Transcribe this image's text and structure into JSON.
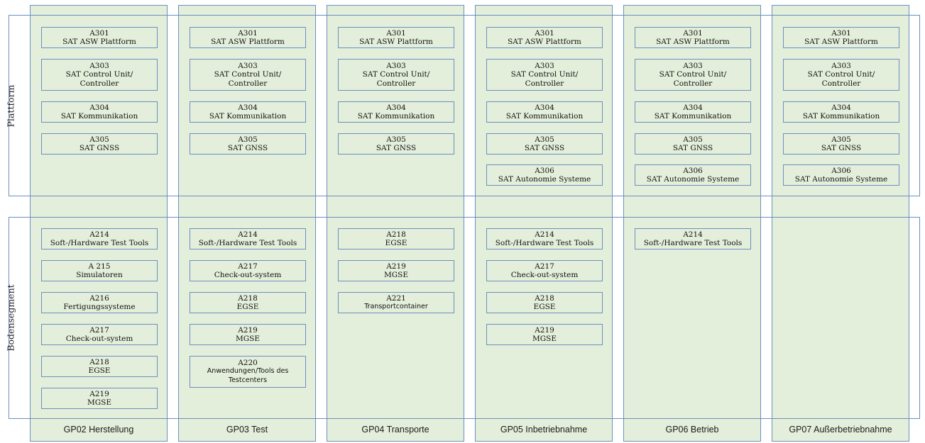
{
  "rows": [
    {
      "label": "Plattform"
    },
    {
      "label": "Bodensegment"
    }
  ],
  "columns": [
    {
      "title": "GP02 Herstellung",
      "plattform": [
        {
          "code": "A301",
          "name": "SAT ASW Plattform"
        },
        {
          "code": "A303",
          "name": "SAT Control Unit/\nController"
        },
        {
          "code": "A304",
          "name": "SAT Kommunikation"
        },
        {
          "code": "A305",
          "name": "SAT GNSS"
        }
      ],
      "boden": [
        {
          "code": "A214",
          "name": "Soft-/Hardware Test Tools"
        },
        {
          "code": "A 215",
          "name": "Simulatoren"
        },
        {
          "code": "A216",
          "name": "Fertigungssysteme"
        },
        {
          "code": "A217",
          "name": "Check-out-system"
        },
        {
          "code": "A218",
          "name": "EGSE"
        },
        {
          "code": "A219",
          "name": "MGSE"
        }
      ]
    },
    {
      "title": "GP03 Test",
      "plattform": [
        {
          "code": "A301",
          "name": "SAT ASW Plattform"
        },
        {
          "code": "A303",
          "name": "SAT Control Unit/\nController"
        },
        {
          "code": "A304",
          "name": "SAT Kommunikation"
        },
        {
          "code": "A305",
          "name": "SAT GNSS"
        }
      ],
      "boden": [
        {
          "code": "A214",
          "name": "Soft-/Hardware Test Tools"
        },
        {
          "code": "A217",
          "name": "Check-out-system"
        },
        {
          "code": "A218",
          "name": "EGSE"
        },
        {
          "code": "A219",
          "name": "MGSE"
        },
        {
          "code": "A220",
          "name": "Anwendungen/Tools des\nTestcenters",
          "sans": true
        }
      ]
    },
    {
      "title": "GP04 Transporte",
      "plattform": [
        {
          "code": "A301",
          "name": "SAT ASW Plattform"
        },
        {
          "code": "A303",
          "name": "SAT Control Unit/\nController"
        },
        {
          "code": "A304",
          "name": "SAT Kommunikation"
        },
        {
          "code": "A305",
          "name": "SAT GNSS"
        }
      ],
      "boden": [
        {
          "code": "A218",
          "name": "EGSE"
        },
        {
          "code": "A219",
          "name": "MGSE"
        },
        {
          "code": "A221",
          "name": "Transportcontainer",
          "sans": true
        }
      ]
    },
    {
      "title": "GP05 Inbetriebnahme",
      "plattform": [
        {
          "code": "A301",
          "name": "SAT ASW Plattform"
        },
        {
          "code": "A303",
          "name": "SAT Control Unit/\nController"
        },
        {
          "code": "A304",
          "name": "SAT Kommunikation"
        },
        {
          "code": "A305",
          "name": "SAT GNSS"
        },
        {
          "code": "A306",
          "name": "SAT Autonomie Systeme"
        }
      ],
      "boden": [
        {
          "code": "A214",
          "name": "Soft-/Hardware Test Tools"
        },
        {
          "code": "A217",
          "name": "Check-out-system"
        },
        {
          "code": "A218",
          "name": "EGSE"
        },
        {
          "code": "A219",
          "name": "MGSE"
        }
      ]
    },
    {
      "title": "GP06 Betrieb",
      "plattform": [
        {
          "code": "A301",
          "name": "SAT ASW Plattform"
        },
        {
          "code": "A303",
          "name": "SAT Control Unit/\nController"
        },
        {
          "code": "A304",
          "name": "SAT Kommunikation"
        },
        {
          "code": "A305",
          "name": "SAT GNSS"
        },
        {
          "code": "A306",
          "name": "SAT Autonomie Systeme"
        }
      ],
      "boden": [
        {
          "code": "A214",
          "name": "Soft-/Hardware Test Tools"
        }
      ]
    },
    {
      "title": "GP07 Außerbetriebnahme",
      "plattform": [
        {
          "code": "A301",
          "name": "SAT ASW Plattform"
        },
        {
          "code": "A303",
          "name": "SAT Control Unit/\nController"
        },
        {
          "code": "A304",
          "name": "SAT Kommunikation"
        },
        {
          "code": "A305",
          "name": "SAT GNSS"
        },
        {
          "code": "A306",
          "name": "SAT Autonomie Systeme"
        }
      ],
      "boden": []
    }
  ]
}
